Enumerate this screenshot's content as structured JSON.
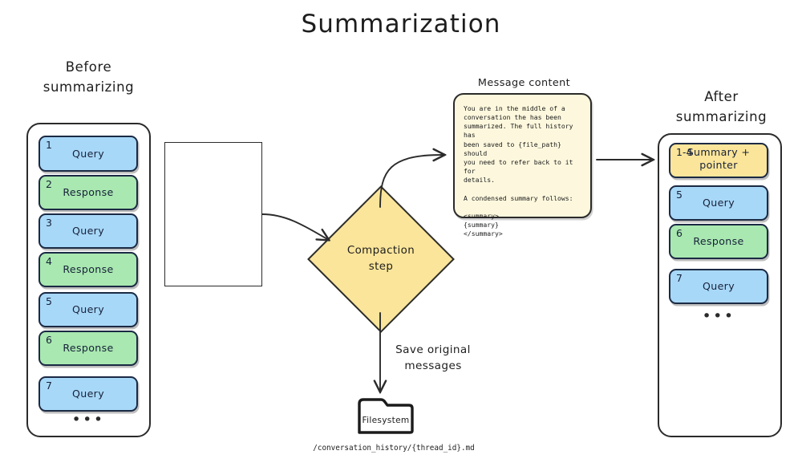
{
  "title": "Summarization",
  "before": {
    "heading_line1": "Before",
    "heading_line2": "summarizing",
    "ellipsis": "•••",
    "cards": [
      {
        "num": "1",
        "label": "Query",
        "kind": "query"
      },
      {
        "num": "2",
        "label": "Response",
        "kind": "response"
      },
      {
        "num": "3",
        "label": "Query",
        "kind": "query"
      },
      {
        "num": "4",
        "label": "Response",
        "kind": "response"
      },
      {
        "num": "5",
        "label": "Query",
        "kind": "query"
      },
      {
        "num": "6",
        "label": "Response",
        "kind": "response"
      },
      {
        "num": "7",
        "label": "Query",
        "kind": "query"
      }
    ]
  },
  "after": {
    "heading_line1": "After",
    "heading_line2": "summarizing",
    "ellipsis": "•••",
    "cards": [
      {
        "num": "1-4",
        "label": "Summary +\npointer",
        "kind": "summary"
      },
      {
        "num": "5",
        "label": "Query",
        "kind": "query"
      },
      {
        "num": "6",
        "label": "Response",
        "kind": "response"
      },
      {
        "num": "7",
        "label": "Query",
        "kind": "query"
      }
    ]
  },
  "message_content": {
    "label": "Message content",
    "body": "You are in the middle of a\nconversation the has been\nsummarized. The full history has\nbeen saved to {file_path} should\nyou need to refer back to it for\ndetails.\n\nA condensed summary follows:\n\n<summary>\n{summary}\n</summary>"
  },
  "compaction": {
    "line1": "Compaction",
    "line2": "step"
  },
  "save": {
    "line1": "Save original",
    "line2": "messages",
    "folder_label": "Filesystem",
    "path": "/conversation_history/{thread_id}.md"
  },
  "colors": {
    "query": "#a8d8f8",
    "response": "#a9e8b0",
    "summary": "#fbe59a",
    "message_box": "#fdf8dd",
    "stroke": "#2b2b2b"
  }
}
